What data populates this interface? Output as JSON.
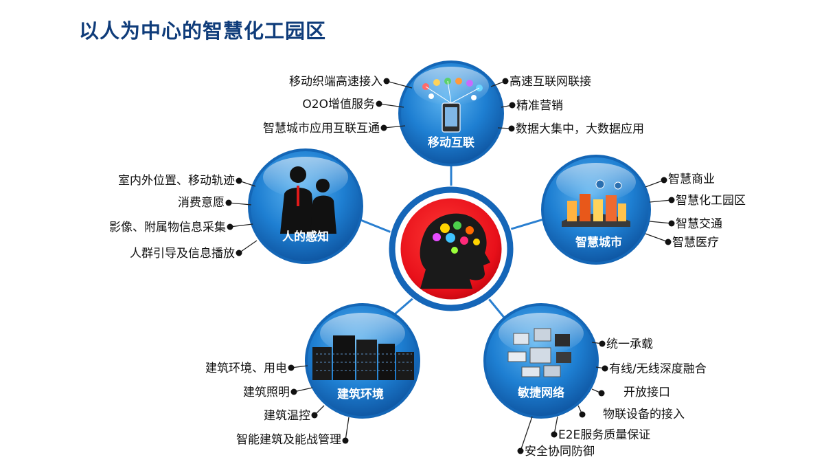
{
  "title": "以人为中心的智慧化工园区",
  "colors": {
    "title": "#0f3c7a",
    "node_blue": "#1a74c7",
    "center_red": "#e8101a",
    "link": "#2a7fd0"
  },
  "nodes": {
    "mobile": {
      "label": "移动互联",
      "icon": "social-network-phone-icon",
      "items": [
        "移动织端高速接入",
        "O2O增值服务",
        "智慧城市应用互联互通",
        "高速互联网联接",
        "精准营销",
        "数据大集中，大数据应用"
      ]
    },
    "perception": {
      "label": "人的感知",
      "icon": "business-people-icon",
      "items": [
        "室内外位置、移动轨迹",
        "消费意愿",
        "影像、附属物信息采集",
        "人群引导及信息播放"
      ]
    },
    "smart_city": {
      "label": "智慧城市",
      "icon": "city-buildings-icon",
      "items": [
        "智慧商业",
        "智慧化工园区",
        "智慧交通",
        "智慧医疗"
      ]
    },
    "building": {
      "label": "建筑环境",
      "icon": "office-buildings-icon",
      "items": [
        "建筑环境、用电",
        "建筑照明",
        "建筑温控",
        "智能建筑及能战管理"
      ]
    },
    "network": {
      "label": "敏捷网络",
      "icon": "network-devices-icon",
      "items": [
        "统一承载",
        "有线/无线深度融合",
        "开放接口",
        "物联设备的接入",
        "E2E服务质量保证",
        "安全协同防御"
      ]
    },
    "center": {
      "icon": "head-with-gears-icon"
    }
  }
}
